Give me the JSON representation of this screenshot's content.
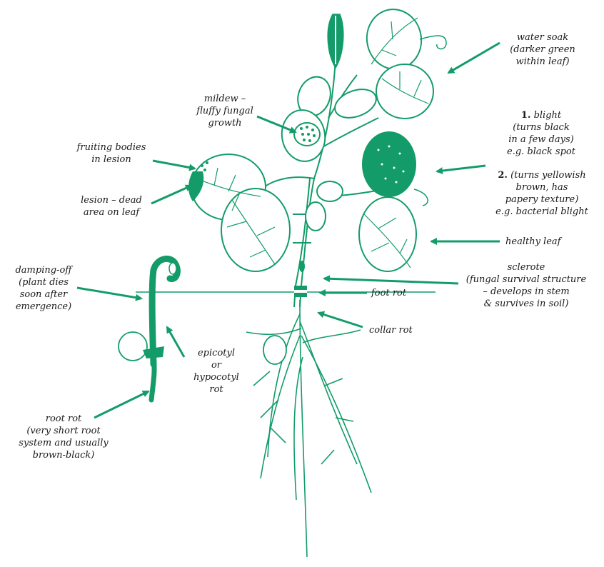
{
  "colors": {
    "ink": "#139c69",
    "text": "#1a1a1a",
    "background": "#ffffff"
  },
  "labels": {
    "water_soak": "water soak\n(darker green\nwithin leaf)",
    "mildew": "mildew –\nfluffy fungal\ngrowth",
    "blight_num": "1.",
    "blight": "blight\n(turns black\nin a few days)\ne.g. black spot",
    "bacterial_num": "2.",
    "bacterial": "(turns yellowish\nbrown, has\npapery texture)\ne.g. bacterial blight",
    "fruiting_bodies": "fruiting bodies\nin lesion",
    "lesion": "lesion – dead\narea on leaf",
    "healthy_leaf": "healthy leaf",
    "sclerote": "sclerote\n(fungal survival structure\n– develops in stem\n& survives in soil)",
    "foot_rot": "foot rot",
    "collar_rot": "collar rot",
    "damping_off": "damping-off\n(plant dies\nsoon after\nemergence)",
    "epicotyl": "epicotyl\nor\nhypocotyl\nrot",
    "root_rot": "root rot\n(very short root\nsystem and usually\nbrown-black)"
  }
}
